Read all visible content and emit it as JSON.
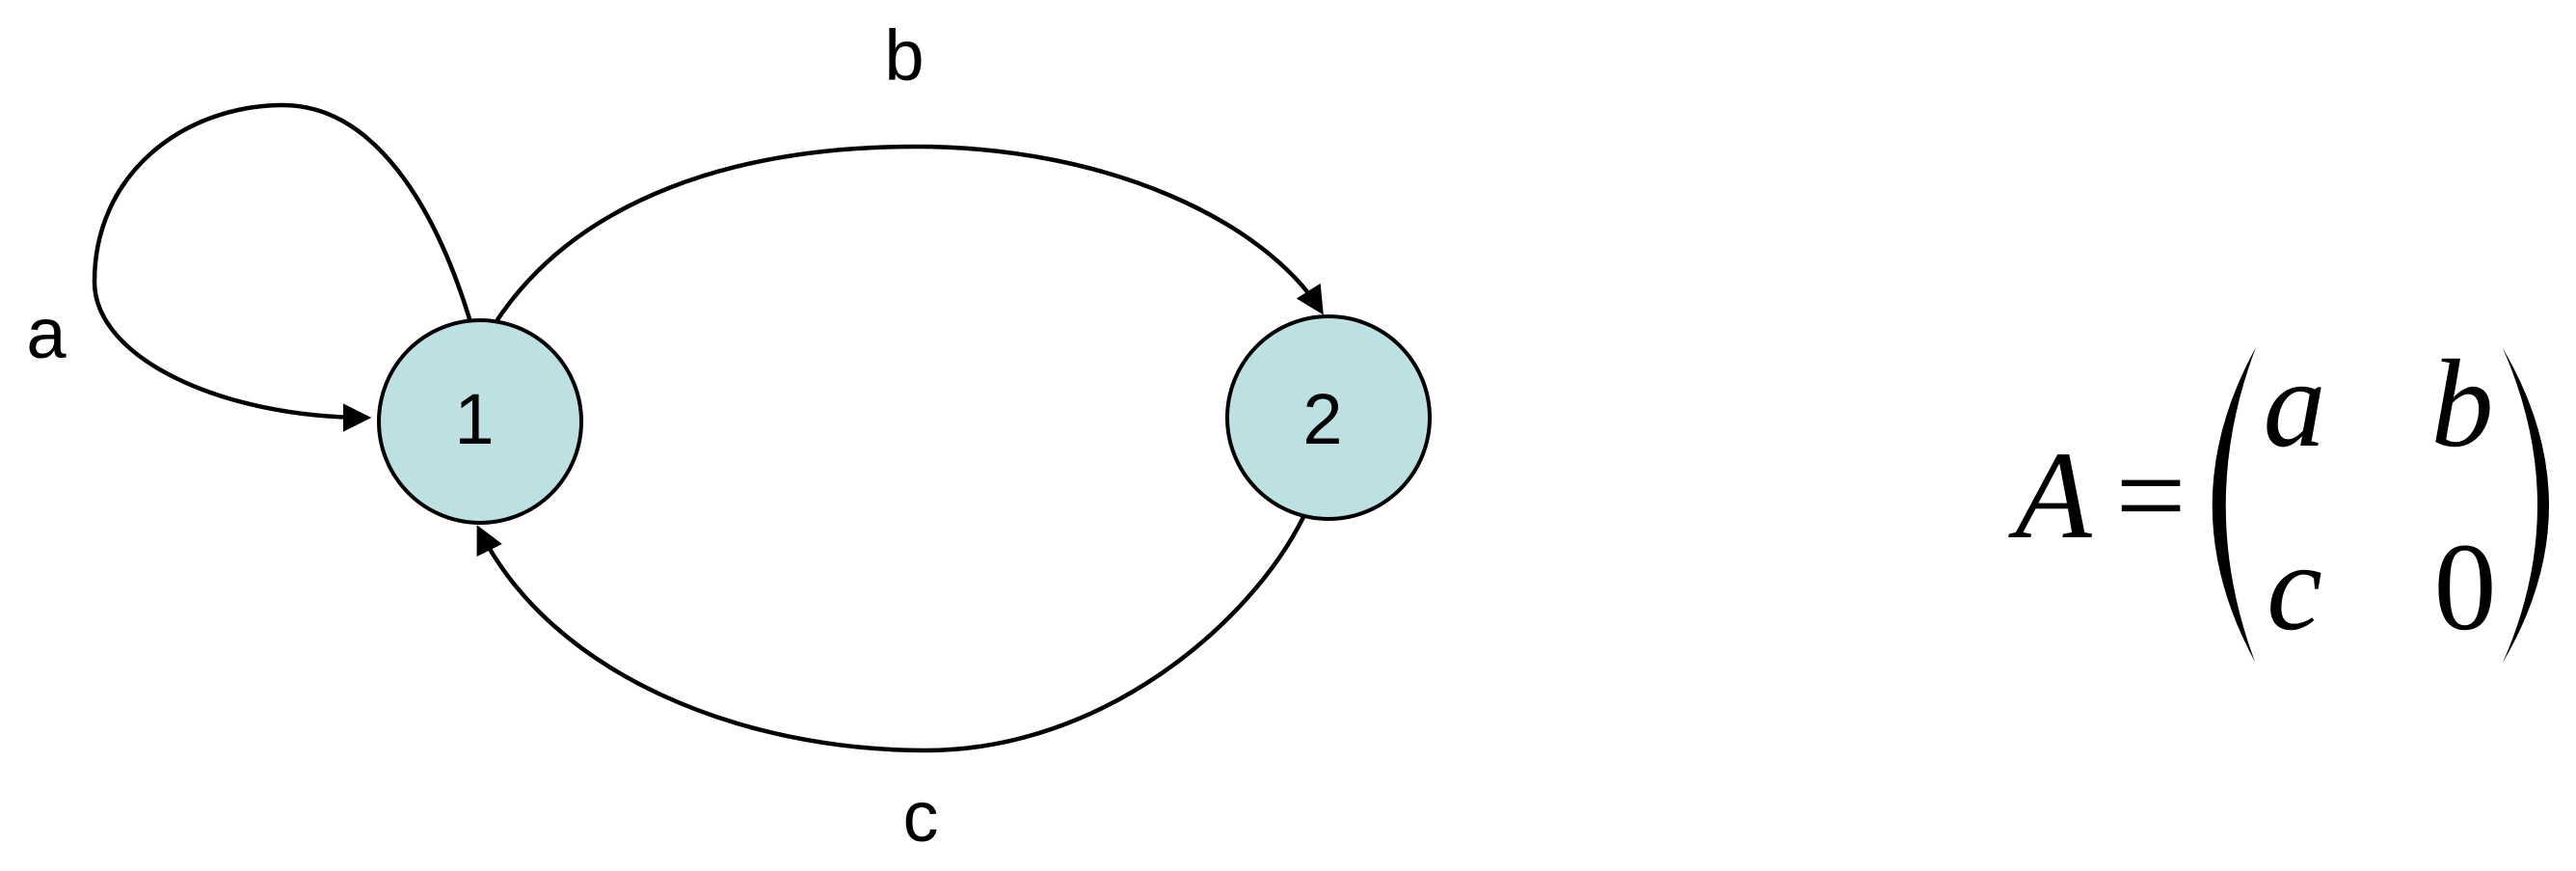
{
  "figure": {
    "background": "#ffffff",
    "stroke_color": "#000000",
    "state_fill": "#bde0e2"
  },
  "automaton": {
    "states": [
      {
        "label": "1"
      },
      {
        "label": "2"
      }
    ],
    "transitions": [
      {
        "label": "a",
        "from": "1",
        "to": "1",
        "kind": "self-loop"
      },
      {
        "label": "b",
        "from": "1",
        "to": "2",
        "kind": "arc"
      },
      {
        "label": "c",
        "from": "2",
        "to": "1",
        "kind": "arc"
      }
    ]
  },
  "equation": {
    "lhs": "A",
    "relation": "=",
    "matrix": {
      "rows": [
        [
          "a",
          "b"
        ],
        [
          "c",
          "0"
        ]
      ]
    }
  }
}
